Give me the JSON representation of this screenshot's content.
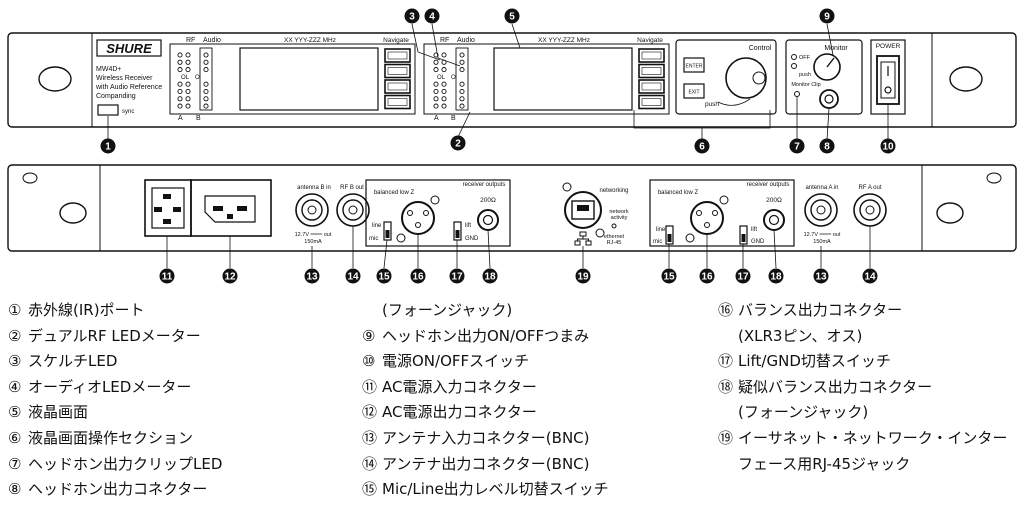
{
  "front_panel": {
    "brand": "SHURE",
    "model_lines": [
      "MW4D+",
      "Wireless Receiver",
      "with Audio Reference",
      "Companding"
    ],
    "sync_label": "sync",
    "left_meter_labels": {
      "rf": "RF",
      "audio": "Audio",
      "a": "A",
      "b": "B"
    },
    "meter_mark_ol": "OL",
    "meter_mark_o": "O",
    "lcd_label": "XX YYY-ZZZ MHz",
    "navigate_label": "Navigate",
    "control_label": "Control",
    "enter_label": "ENTER",
    "exit_label": "EXIT",
    "push_label": "push",
    "monitor_label": "Monitor",
    "off_label": "OFF",
    "monitor_clip_label": "Monitor Clip",
    "power_label": "POWER"
  },
  "rear_panel": {
    "antenna_b_in": "antenna B in",
    "rf_b_out": "RF B out",
    "balanced_low_z": "balanced low Z",
    "receiver_outputs": "receiver outputs",
    "line": "line",
    "mic": "mic",
    "lift": "lift",
    "gnd": "GND",
    "ohm": "200Ω",
    "power_out": "12.7V ═══ out",
    "current": "150mA",
    "networking": "networking",
    "network_activity_1": "network",
    "network_activity_2": "activity",
    "ethernet": "ethernet",
    "rj45": "RJ-45",
    "antenna_a_in": "antenna A in",
    "rf_a_out": "RF A out"
  },
  "callouts": {
    "front": [
      "1",
      "2",
      "3",
      "4",
      "5",
      "6",
      "7",
      "8",
      "9",
      "10"
    ],
    "rear": [
      "11",
      "12",
      "13",
      "14",
      "15",
      "16",
      "17",
      "18",
      "19",
      "15",
      "16",
      "17",
      "18",
      "13",
      "14"
    ]
  },
  "legend": {
    "col1": [
      {
        "num": "①",
        "text": "赤外線(IR)ポート"
      },
      {
        "num": "②",
        "text": "デュアルRF LEDメーター"
      },
      {
        "num": "③",
        "text": "スケルチLED"
      },
      {
        "num": "④",
        "text": "オーディオLEDメーター"
      },
      {
        "num": "⑤",
        "text": "液晶画面"
      },
      {
        "num": "⑥",
        "text": "液晶画面操作セクション"
      },
      {
        "num": "⑦",
        "text": "ヘッドホン出力クリップLED"
      },
      {
        "num": "⑧",
        "text": "ヘッドホン出力コネクター"
      }
    ],
    "col2": [
      {
        "num": "",
        "text": "(フォーンジャック)"
      },
      {
        "num": "⑨",
        "text": "ヘッドホン出力ON/OFFつまみ"
      },
      {
        "num": "⑩",
        "text": "電源ON/OFFスイッチ"
      },
      {
        "num": "⑪",
        "text": "AC電源入力コネクター"
      },
      {
        "num": "⑫",
        "text": "AC電源出力コネクター"
      },
      {
        "num": "⑬",
        "text": "アンテナ入力コネクター(BNC)"
      },
      {
        "num": "⑭",
        "text": "アンテナ出力コネクター(BNC)"
      },
      {
        "num": "⑮",
        "text": "Mic/Line出力レベル切替スイッチ"
      }
    ],
    "col3": [
      {
        "num": "⑯",
        "text": "バランス出力コネクター"
      },
      {
        "num": "",
        "text": "(XLR3ピン、オス)"
      },
      {
        "num": "⑰",
        "text": "Lift/GND切替スイッチ"
      },
      {
        "num": "⑱",
        "text": "疑似バランス出力コネクター"
      },
      {
        "num": "",
        "text": "(フォーンジャック)"
      },
      {
        "num": "⑲",
        "text": "イーサネット・ネットワーク・インター"
      },
      {
        "num": "",
        "text": "フェース用RJ-45ジャック"
      }
    ]
  }
}
